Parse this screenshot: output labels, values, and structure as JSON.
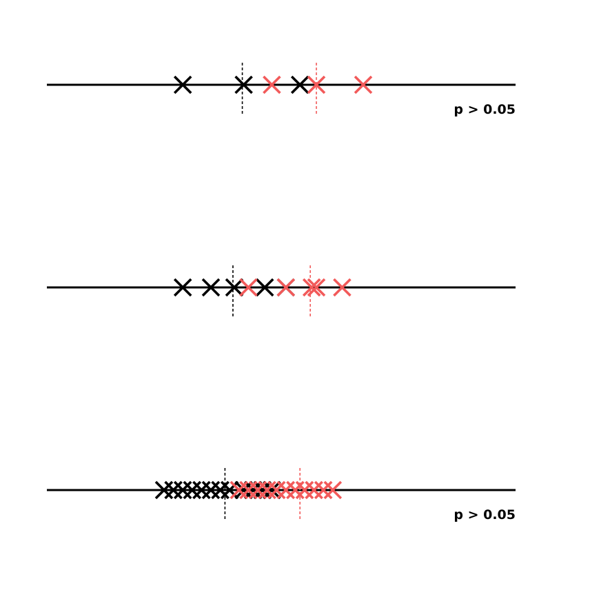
{
  "colors": {
    "group_a": "#000000",
    "group_b": "#f25a5a",
    "axis": "#000000"
  },
  "chart_data": [
    {
      "type": "scatter",
      "xlim": [
        -5,
        5
      ],
      "annotation": "p > 0.05",
      "series": [
        {
          "values": [
            -2.1,
            -0.8,
            0.4
          ],
          "mean": -0.83
        },
        {
          "values": [
            -0.2,
            0.75,
            1.75
          ],
          "mean": 0.75
        }
      ]
    },
    {
      "type": "scatter",
      "xlim": [
        -5,
        5
      ],
      "annotation": "",
      "series": [
        {
          "values": [
            -2.1,
            -1.5,
            -1.0,
            -0.35,
            0.1
          ],
          "mean": -1.03
        },
        {
          "values": [
            -0.7,
            0.1,
            0.65,
            1.3,
            0.75
          ],
          "mean": 0.62
        }
      ]
    },
    {
      "type": "scatter",
      "xlim": [
        -5,
        5
      ],
      "annotation": "p > 0.05",
      "series": [
        {
          "values": [
            -2.5,
            -2.3,
            -2.1,
            -1.9,
            -1.7,
            -1.5,
            -1.3,
            -1.1,
            -0.8,
            -0.6,
            -0.4,
            -0.2
          ],
          "mean": -1.2
        },
        {
          "values": [
            -0.9,
            -0.7,
            -0.5,
            -0.3,
            -0.1,
            0.1,
            0.3,
            0.5,
            0.7,
            0.9,
            1.1
          ],
          "mean": 0.4
        }
      ]
    }
  ]
}
